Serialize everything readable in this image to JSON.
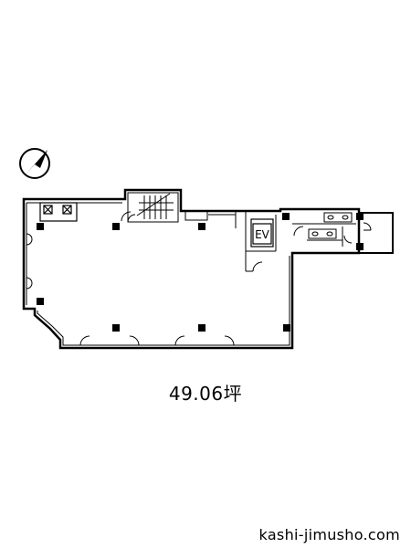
{
  "plan": {
    "elevator_label": "EV",
    "area_label": "49.06坪",
    "site_url": "kashi-jimusho.com"
  }
}
